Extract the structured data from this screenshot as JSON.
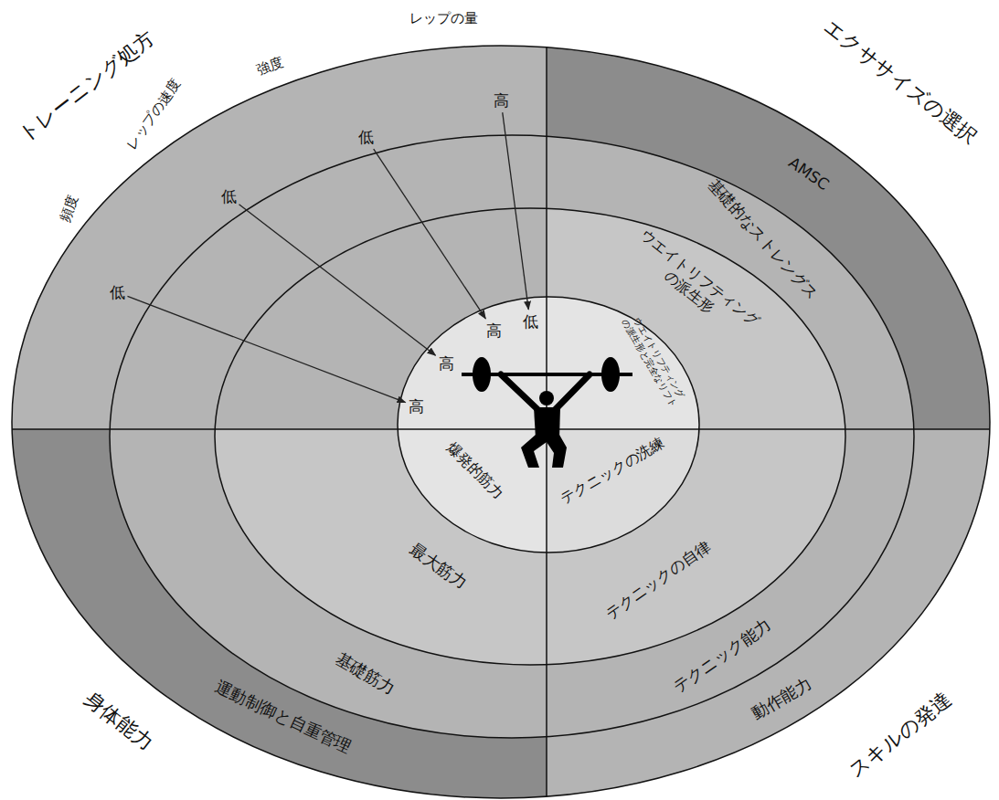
{
  "diagram": {
    "nodes": [
      {
        "text": [
          "高"
        ]
      },
      {
        "text": [
          "低"
        ]
      },
      {
        "text": [
          "低"
        ]
      },
      {
        "text": [
          "低"
        ]
      },
      {
        "text": [
          "低"
        ]
      },
      {
        "text": [
          "高"
        ]
      },
      {
        "text": [
          "高"
        ]
      },
      {
        "text": [
          "高"
        ]
      },
      {
        "text": [
          "AMSC"
        ]
      },
      {
        "text": [
          "基礎的なストレングス"
        ]
      },
      {
        "text": [
          "ウエイトリフティング の派生形"
        ]
      },
      {
        "text": [
          "ウエイトリフティング の派生形と完全なリフト"
        ]
      },
      {
        "text": [
          "運動制御と自重管理"
        ]
      },
      {
        "text": [
          "基礎筋力"
        ]
      },
      {
        "text": [
          "最大筋力"
        ]
      },
      {
        "text": [
          "爆発的筋力"
        ]
      },
      {
        "text": [
          "動作能力"
        ]
      },
      {
        "text": [
          "テクニック能力"
        ]
      },
      {
        "text": [
          "テクニックの自律"
        ]
      },
      {
        "text": [
          "テクニックの洗練"
        ]
      }
    ],
    "edges": [
      {
        "from": 0,
        "to": 4,
        "arrow": "to"
      },
      {
        "from": 1,
        "to": 5,
        "arrow": "to"
      },
      {
        "from": 2,
        "to": 6,
        "arrow": "to"
      },
      {
        "from": 3,
        "to": 7,
        "arrow": "to"
      }
    ],
    "labels": [
      "トレーニング処方",
      "レップの量",
      "強度",
      "レップの速度",
      "頻度",
      "エクササイズの選択",
      "身体能力",
      "スキルの発達"
    ]
  }
}
